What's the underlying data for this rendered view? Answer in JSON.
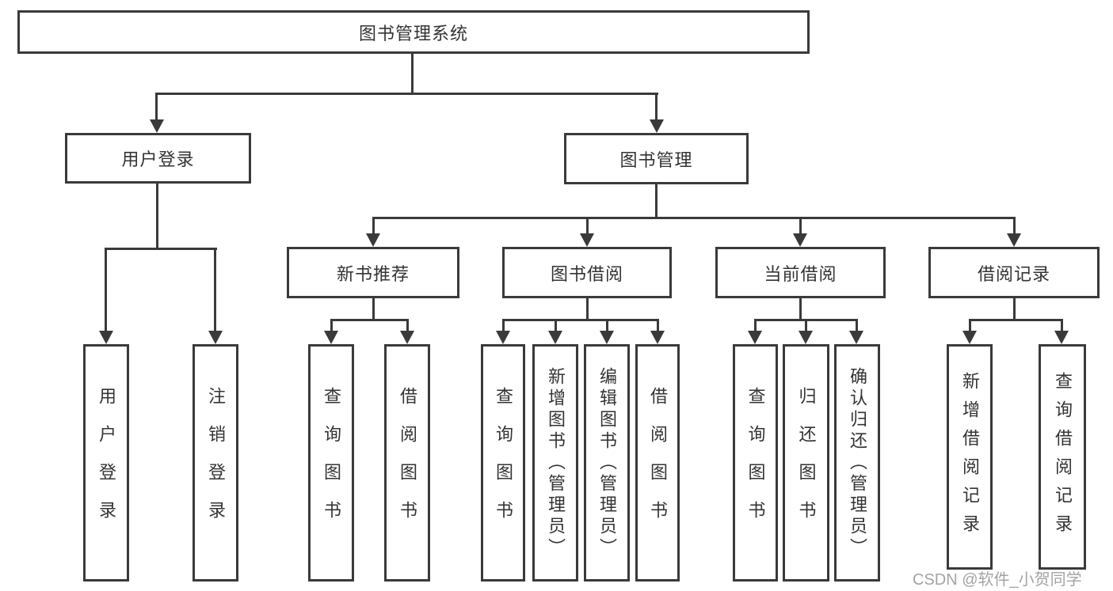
{
  "tree": {
    "root": "图书管理系统",
    "branches": [
      {
        "label": "用户登录",
        "children": [
          "用户登录",
          "注销登录"
        ]
      },
      {
        "label": "图书管理",
        "sections": [
          {
            "label": "新书推荐",
            "children": [
              "查询图书",
              "借阅图书"
            ]
          },
          {
            "label": "图书借阅",
            "children": [
              "查询图书",
              "新增图书（管理员）",
              "编辑图书（管理员）",
              "借阅图书"
            ]
          },
          {
            "label": "当前借阅",
            "children": [
              "查询图书",
              "归还图书",
              "确认归还（管理员）"
            ]
          },
          {
            "label": "借阅记录",
            "children": [
              "新增借阅记录",
              "查询借阅记录"
            ]
          }
        ]
      }
    ]
  },
  "watermark": "CSDN @软件_小贺同学",
  "colors": {
    "line": "#3a3a3a",
    "text": "#333333",
    "background": "#ffffff",
    "watermark": "#a3a3a3"
  }
}
